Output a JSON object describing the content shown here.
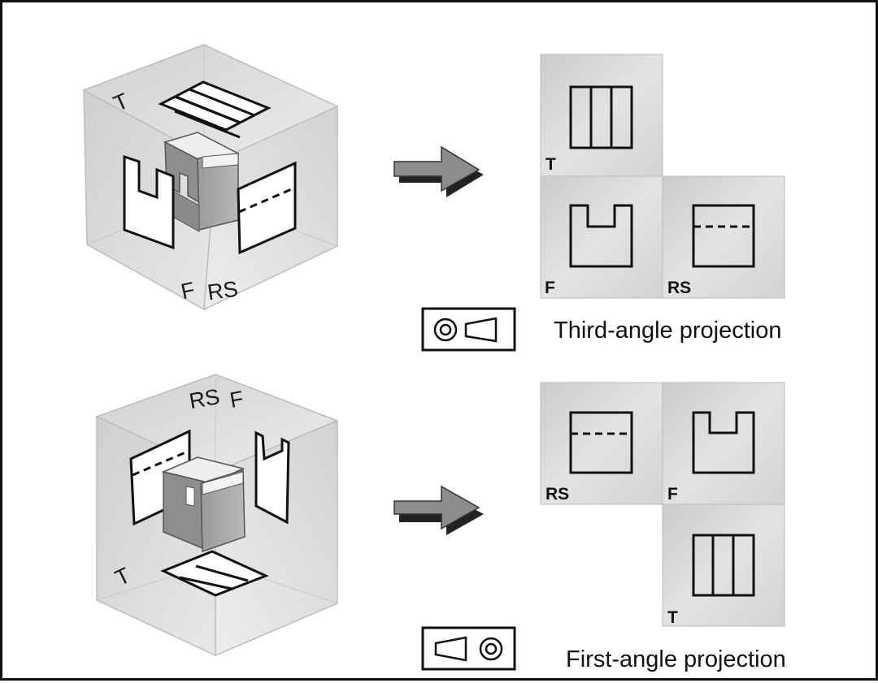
{
  "colors": {
    "cube_face": "#dcdcdc",
    "panel_face": "#d9d9d9",
    "block": "#a5a5a5",
    "ink": "#111111"
  },
  "third_angle": {
    "caption": "Third-angle projection",
    "cube_labels": {
      "top": "T",
      "front": "F",
      "right_side": "RS"
    },
    "panel_labels": {
      "top": "T",
      "front": "F",
      "right_side": "RS"
    }
  },
  "first_angle": {
    "caption": "First-angle projection",
    "cube_labels": {
      "top": "T",
      "front": "F",
      "right_side": "RS"
    },
    "panel_labels": {
      "top": "T",
      "front": "F",
      "right_side": "RS"
    }
  },
  "icons": [
    "arrow-icon",
    "third-angle-symbol-icon",
    "first-angle-symbol-icon"
  ]
}
